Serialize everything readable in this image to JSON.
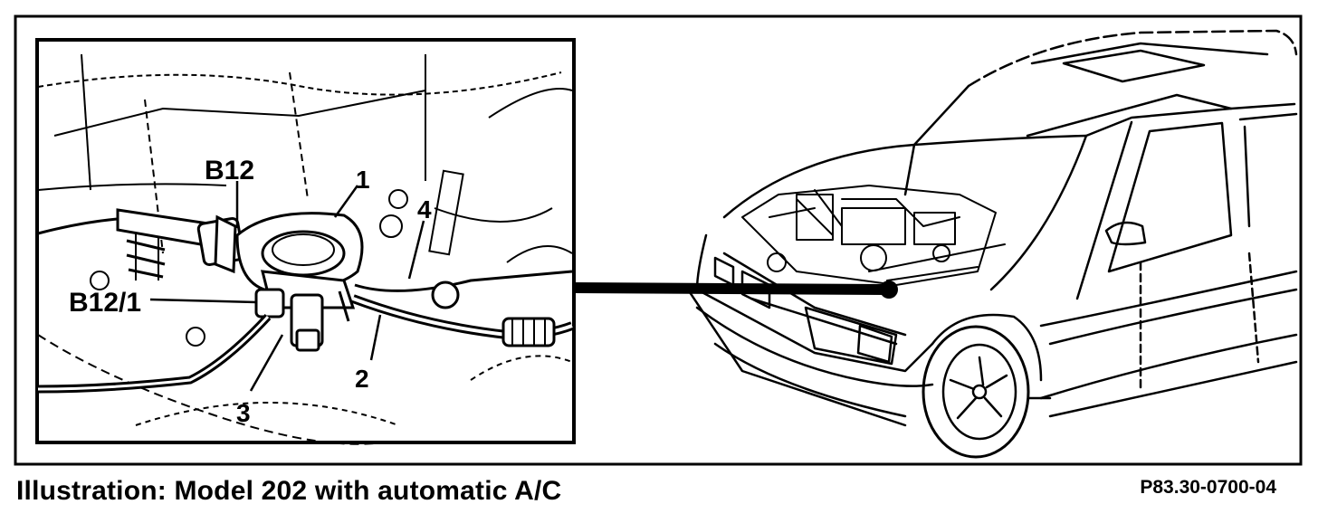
{
  "labels": {
    "b12": "B12",
    "b12_1": "B12/1",
    "n1": "1",
    "n2": "2",
    "n3": "3",
    "n4": "4"
  },
  "caption": "Illustration: Model 202 with automatic A/C",
  "reference": "P83.30-0700-04"
}
